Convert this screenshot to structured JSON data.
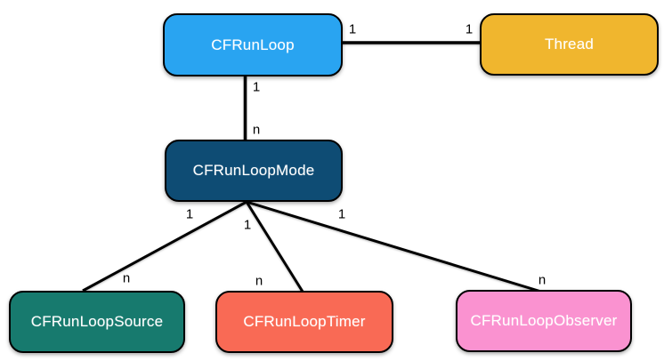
{
  "diagram": {
    "background": "#FFFFFF",
    "line_color": "#000000",
    "nodes": {
      "cfrunloop": {
        "label": "CFRunLoop",
        "color": "#29A4F1",
        "text_color": "#FFFFFF"
      },
      "thread": {
        "label": "Thread",
        "color": "#F0B62E",
        "text_color": "#FFFFFF"
      },
      "mode": {
        "label": "CFRunLoopMode",
        "color": "#0E4C74",
        "text_color": "#FFFFFF"
      },
      "source": {
        "label": "CFRunLoopSource",
        "color": "#177A6E",
        "text_color": "#FFFFFF"
      },
      "timer": {
        "label": "CFRunLoopTimer",
        "color": "#F96A55",
        "text_color": "#FFFFFF"
      },
      "observer": {
        "label": "CFRunLoopObserver",
        "color": "#FA92D0",
        "text_color": "#FFFFFF"
      }
    },
    "edges": [
      {
        "from": "CFRunLoop",
        "to": "Thread",
        "from_multiplicity": "1",
        "to_multiplicity": "1"
      },
      {
        "from": "CFRunLoop",
        "to": "CFRunLoopMode",
        "from_multiplicity": "1",
        "to_multiplicity": "n"
      },
      {
        "from": "CFRunLoopMode",
        "to": "CFRunLoopSource",
        "from_multiplicity": "1",
        "to_multiplicity": "n"
      },
      {
        "from": "CFRunLoopMode",
        "to": "CFRunLoopTimer",
        "from_multiplicity": "1",
        "to_multiplicity": "n"
      },
      {
        "from": "CFRunLoopMode",
        "to": "CFRunLoopObserver",
        "from_multiplicity": "1",
        "to_multiplicity": "n"
      }
    ]
  }
}
